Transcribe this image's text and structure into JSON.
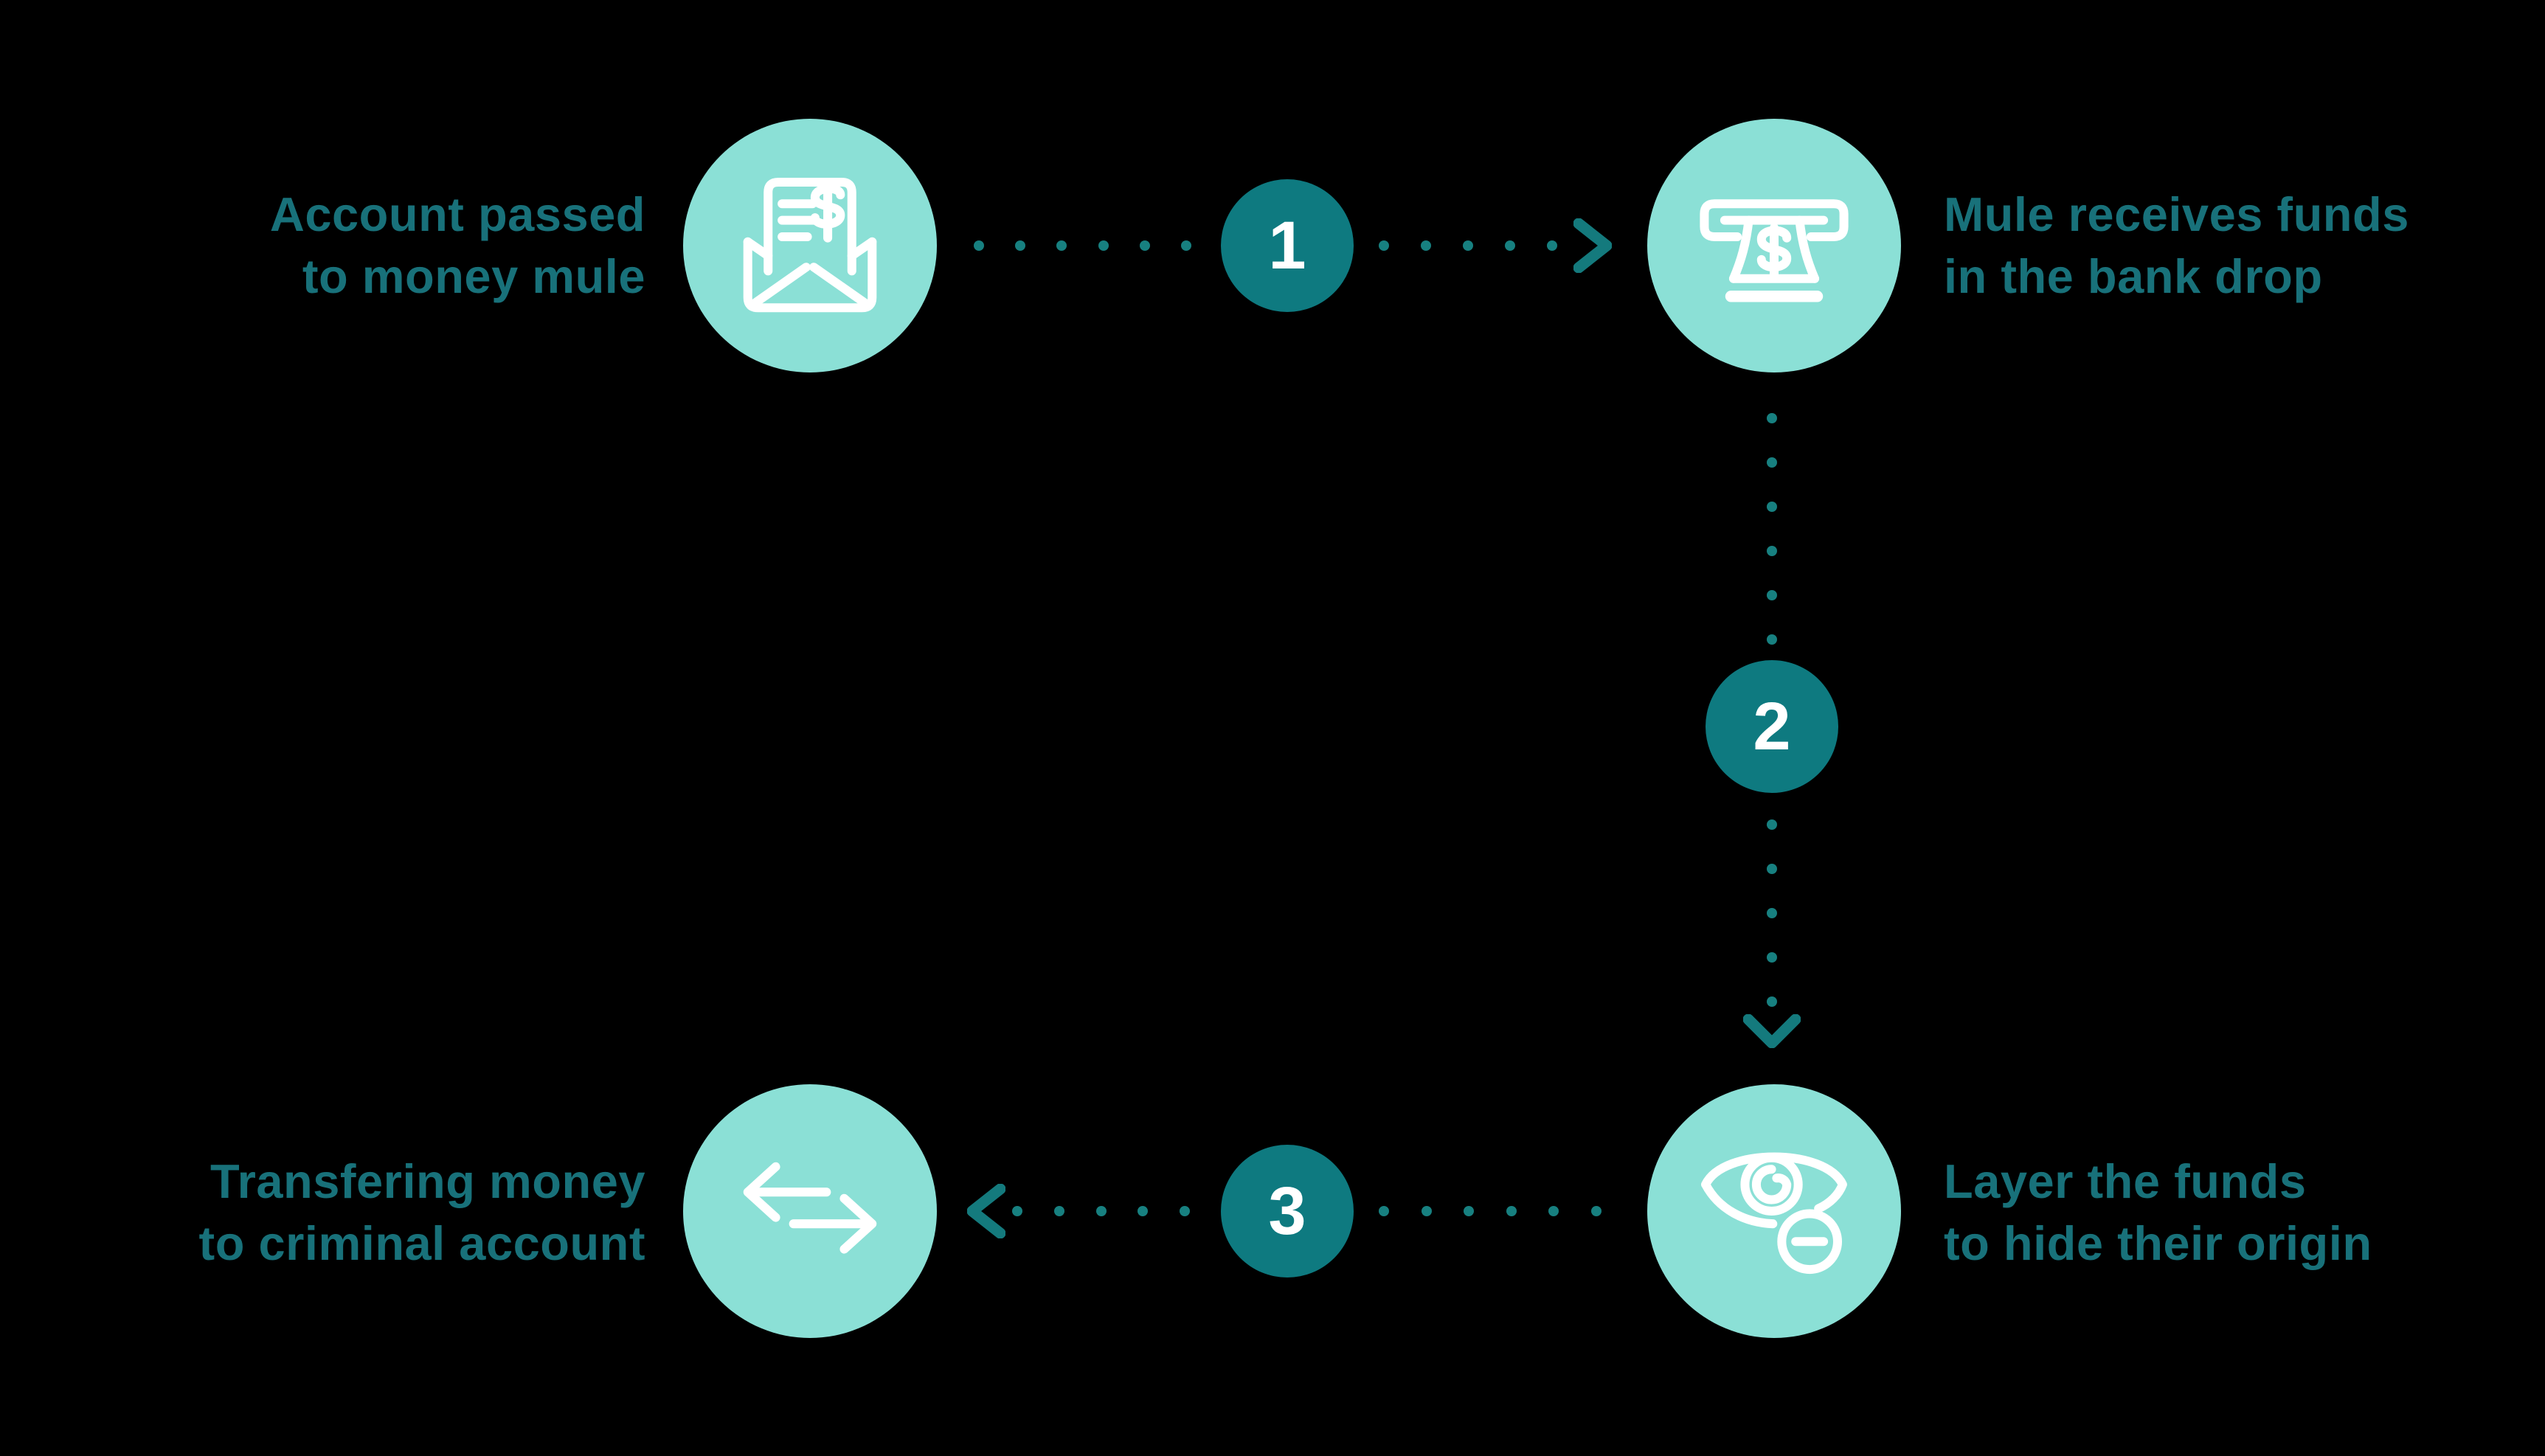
{
  "title": "Money mule scheme flow diagram",
  "colors": {
    "background": "#000000",
    "node_fill": "#8BE0D6",
    "icon_stroke": "#FFFFFF",
    "number_fill": "#0E7A80",
    "number_text": "#FFFFFF",
    "dot": "#178080",
    "chevron": "#147A7D",
    "label": "#18717A"
  },
  "nodes": [
    {
      "name": "account-passed",
      "icon": "envelope-letter-dollar-icon",
      "lines": [
        "Account passed",
        "to money mule"
      ]
    },
    {
      "name": "bank-drop",
      "icon": "atm-cash-dispense-icon",
      "lines": [
        "Mule receives funds",
        "in the bank drop"
      ]
    },
    {
      "name": "layer-funds",
      "icon": "hidden-eye-minus-icon",
      "lines": [
        "Layer the funds",
        "to hide their origin"
      ]
    },
    {
      "name": "criminal-account",
      "icon": "transfer-arrows-icon",
      "lines": [
        "Transfering money",
        "to criminal account"
      ]
    }
  ],
  "connectors": [
    {
      "number": "1",
      "arrow": "right-chevron-icon"
    },
    {
      "number": "2",
      "arrow": "down-chevron-icon"
    },
    {
      "number": "3",
      "arrow": "left-chevron-icon"
    }
  ]
}
